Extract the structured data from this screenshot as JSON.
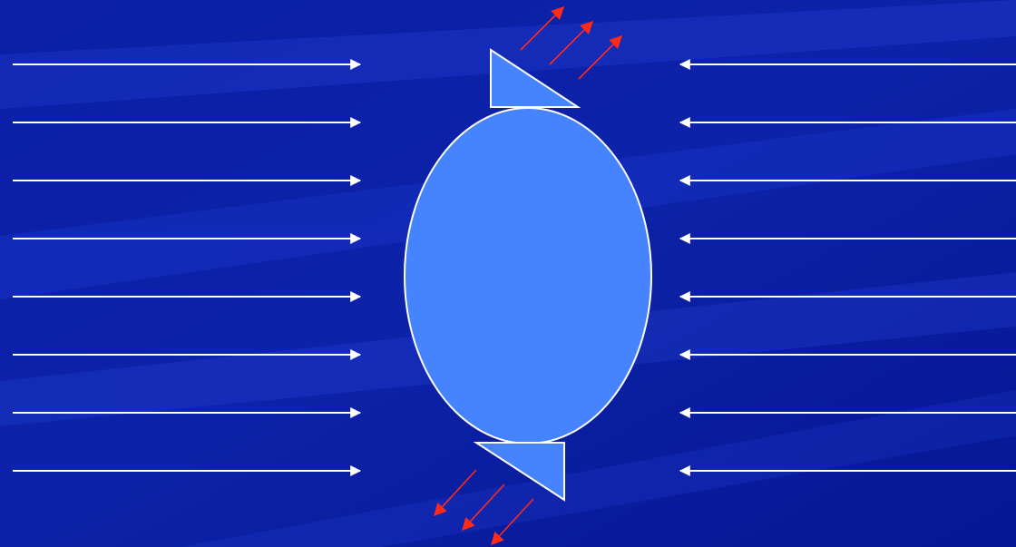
{
  "colors": {
    "background": "#0a1a9a",
    "background_light": "#1336c4",
    "background_dark": "#07138a",
    "force_arrow": "#ffffff",
    "body_fill": "#4684ff",
    "body_outline": "#ffffff",
    "flow_arrow": "#ff2a1a"
  },
  "diagram": {
    "left_arrows": {
      "count": 8,
      "direction": "right",
      "icon": "arrow-right-icon"
    },
    "right_arrows": {
      "count": 8,
      "direction": "left",
      "icon": "arrow-left-icon"
    },
    "central_body": {
      "shape": "ellipse"
    },
    "top_wedge": {
      "shape": "right-triangle"
    },
    "bottom_wedge": {
      "shape": "right-triangle"
    },
    "top_flow_arrows": {
      "count": 3,
      "direction": "up-right",
      "icon": "arrow-up-right-icon"
    },
    "bottom_flow_arrows": {
      "count": 3,
      "direction": "down-left",
      "icon": "arrow-down-left-icon"
    }
  }
}
